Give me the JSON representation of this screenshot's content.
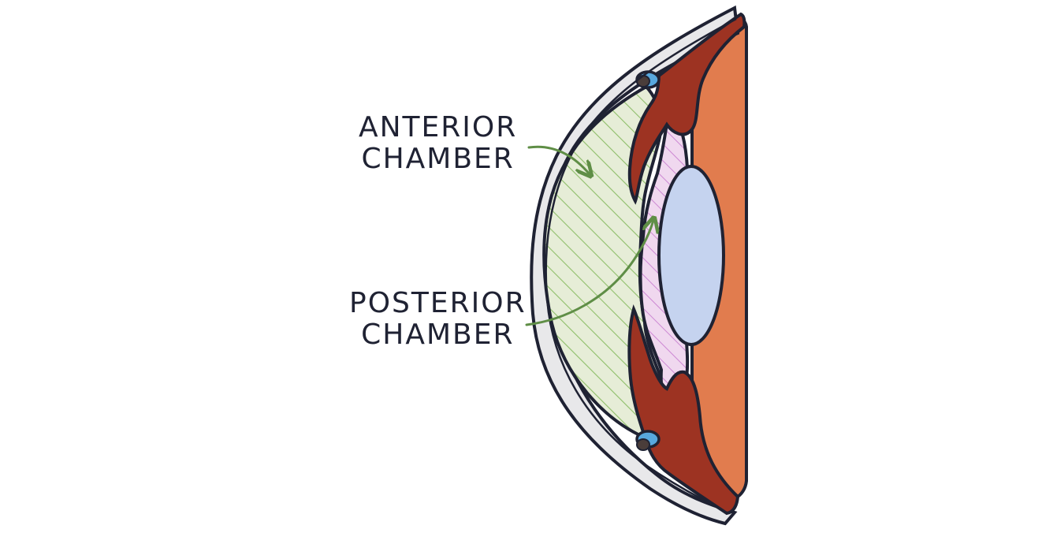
{
  "labels": {
    "anterior_line1": "ANTERIOR",
    "anterior_line2": "CHAMBER",
    "posterior_line1": "POSTERIOR",
    "posterior_line2": "CHAMBER"
  },
  "colors": {
    "outline": "#1f2233",
    "cornea": "#e8e8ea",
    "anterior_fill": "#e6edd7",
    "anterior_hatch": "#8fbf6a",
    "posterior_fill": "#f0d8ef",
    "posterior_hatch": "#cc87d3",
    "lens": "#c5d3ef",
    "iris": "#9d3322",
    "vitreous": "#e17c4e",
    "canal": "#58a8de",
    "arrow": "#5f8e46"
  },
  "icons": {
    "anterior_arrow": "arrow-icon",
    "posterior_arrow": "arrow-icon"
  }
}
